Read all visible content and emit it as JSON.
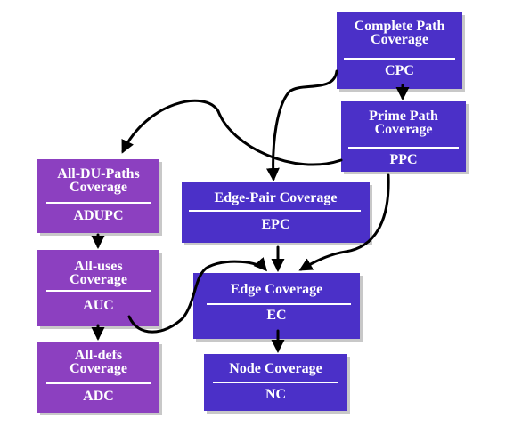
{
  "nodes": {
    "cpc": {
      "title_lines": [
        "Complete Path",
        "Coverage"
      ],
      "abbr": "CPC"
    },
    "ppc": {
      "title_lines": [
        "Prime Path",
        "Coverage"
      ],
      "abbr": "PPC"
    },
    "epc": {
      "title_lines": [
        "Edge-Pair Coverage"
      ],
      "abbr": "EPC"
    },
    "ec": {
      "title_lines": [
        "Edge Coverage"
      ],
      "abbr": "EC"
    },
    "nc": {
      "title_lines": [
        "Node Coverage"
      ],
      "abbr": "NC"
    },
    "adupc": {
      "title_lines": [
        "All-DU-Paths",
        "Coverage"
      ],
      "abbr": "ADUPC"
    },
    "auc": {
      "title_lines": [
        "All-uses",
        "Coverage"
      ],
      "abbr": "AUC"
    },
    "adc": {
      "title_lines": [
        "All-defs",
        "Coverage"
      ],
      "abbr": "ADC"
    }
  },
  "colors": {
    "blue": "#4b30c8",
    "purple": "#8c40c0",
    "arrow": "#000000"
  },
  "edges": [
    [
      "cpc",
      "ppc"
    ],
    [
      "cpc",
      "epc"
    ],
    [
      "ppc",
      "adupc"
    ],
    [
      "ppc",
      "ec"
    ],
    [
      "epc",
      "ec"
    ],
    [
      "ec",
      "nc"
    ],
    [
      "adupc",
      "auc"
    ],
    [
      "auc",
      "adc"
    ],
    [
      "auc",
      "ec"
    ]
  ]
}
